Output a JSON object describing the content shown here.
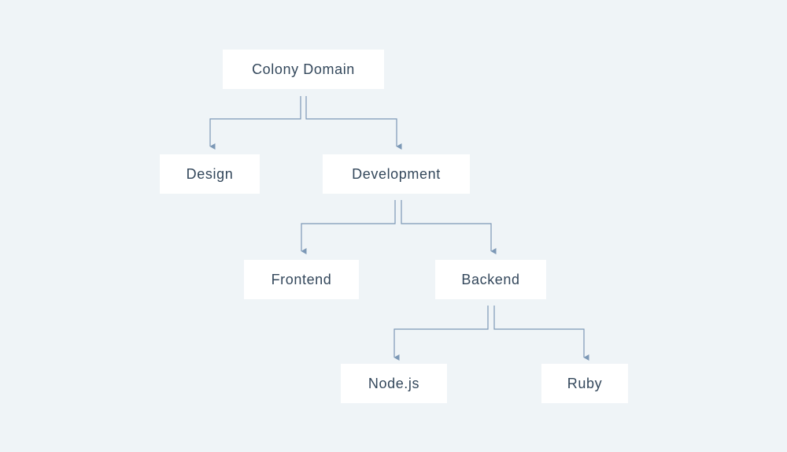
{
  "diagram": {
    "colors": {
      "background": "#eff4f7",
      "node_fill": "#ffffff",
      "node_text": "#33475b",
      "connector": "#7c98b6"
    },
    "nodes": {
      "root": {
        "label": "Colony Domain"
      },
      "design": {
        "label": "Design"
      },
      "development": {
        "label": "Development"
      },
      "frontend": {
        "label": "Frontend"
      },
      "backend": {
        "label": "Backend"
      },
      "nodejs": {
        "label": "Node.js"
      },
      "ruby": {
        "label": "Ruby"
      }
    },
    "edges": [
      {
        "from": "root",
        "to": "design"
      },
      {
        "from": "root",
        "to": "development"
      },
      {
        "from": "development",
        "to": "frontend"
      },
      {
        "from": "development",
        "to": "backend"
      },
      {
        "from": "backend",
        "to": "nodejs"
      },
      {
        "from": "backend",
        "to": "ruby"
      }
    ]
  }
}
